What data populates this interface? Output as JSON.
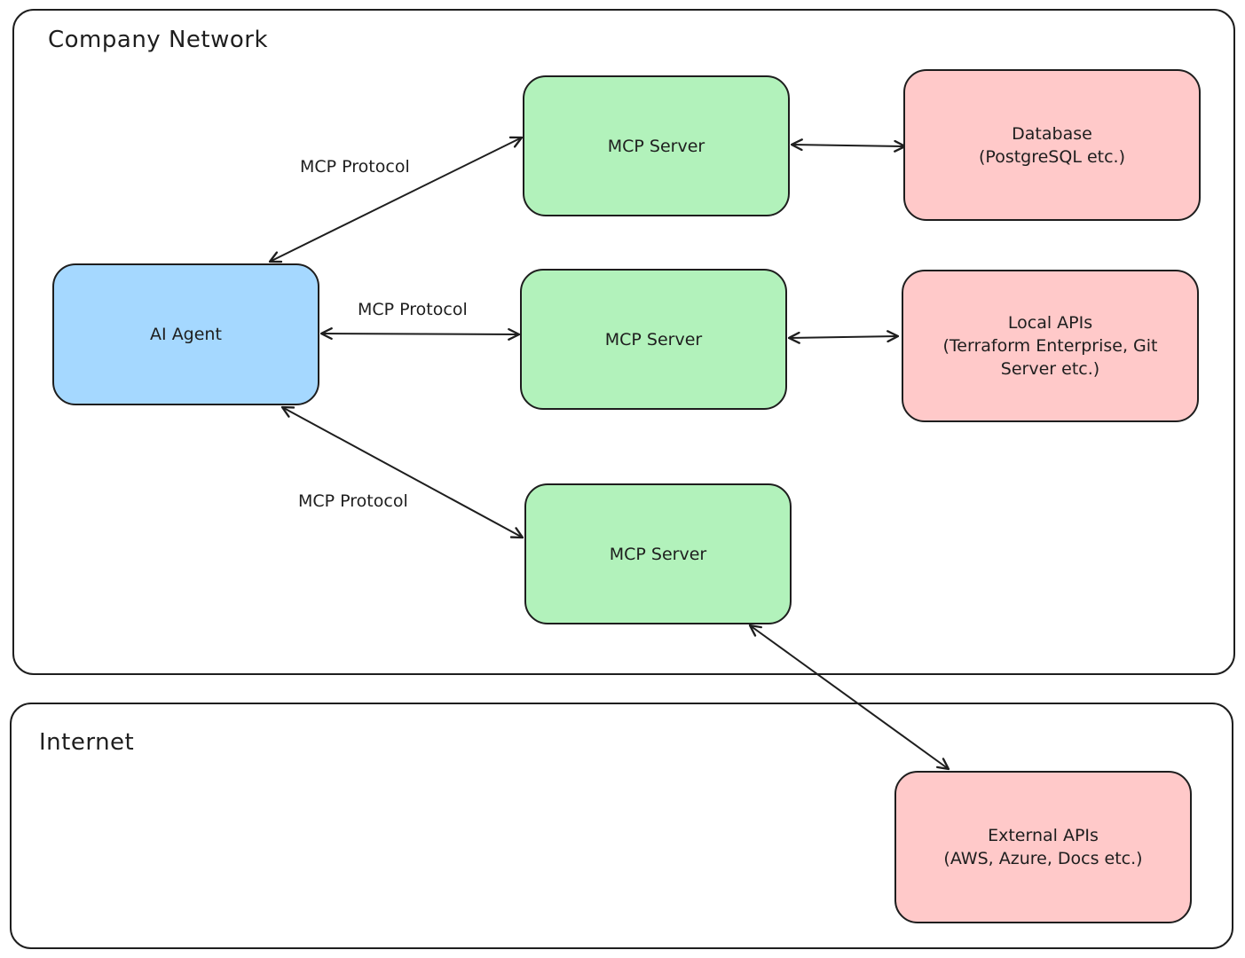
{
  "regions": {
    "company": {
      "title": "Company Network"
    },
    "internet": {
      "title": "Internet"
    }
  },
  "nodes": {
    "ai_agent": "AI Agent",
    "mcp_server_1": "MCP Server",
    "mcp_server_2": "MCP Server",
    "mcp_server_3": "MCP Server",
    "database": "Database\n(PostgreSQL etc.)",
    "local_apis": "Local APIs\n(Terraform Enterprise, Git Server etc.)",
    "external_apis": "External APIs\n(AWS, Azure, Docs etc.)"
  },
  "edges": {
    "agent_to_server_1": "MCP Protocol",
    "agent_to_server_2": "MCP Protocol",
    "agent_to_server_3": "MCP Protocol"
  },
  "colors": {
    "agent": "#a5d8ff",
    "server": "#b2f2bb",
    "resource": "#ffc9c9",
    "stroke": "#1e1e1e"
  }
}
